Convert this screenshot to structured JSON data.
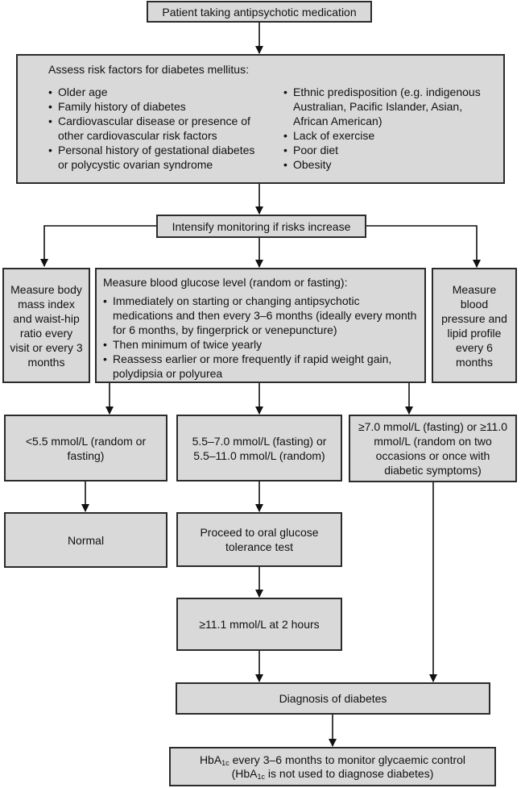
{
  "start": "Patient taking antipsychotic medication",
  "risk": {
    "heading": "Assess risk factors for diabetes mellitus:",
    "left": [
      "Older age",
      "Family history of diabetes",
      "Cardiovascular disease or presence of other cardiovascular risk factors",
      "Personal history of gestational diabetes or polycystic ovarian syndrome"
    ],
    "right": [
      "Ethnic predisposition (e.g. indigenous Australian, Pacific Islander, Asian, African American)",
      "Lack of exercise",
      "Poor diet",
      "Obesity"
    ]
  },
  "monitor": "Intensify monitoring if risks increase",
  "bmi": "Measure body mass index and waist-hip ratio every visit or every 3 months",
  "glucose": {
    "heading": "Measure blood glucose level (random or fasting):",
    "items": [
      "Immediately on starting or changing antipsychotic medications and then every 3–6 months (ideally every month for 6 months, by fingerprick or venepuncture)",
      "Then minimum of twice yearly",
      "Reassess earlier or more frequently if rapid weight gain, polydipsia or polyurea"
    ]
  },
  "bp": "Measure blood pressure and lipid profile every 6 months",
  "low": "<5.5 mmol/L (random or fasting)",
  "mid": "5.5–7.0 mmol/L (fasting) or 5.5–11.0 mmol/L (random)",
  "high": "≥7.0 mmol/L (fasting) or ≥11.0 mmol/L (random on two occasions or once with diabetic symptoms)",
  "normal": "Normal",
  "ogtt": "Proceed to oral glucose tolerance test",
  "twohr": "≥11.1 mmol/L at 2 hours",
  "diagnosis": "Diagnosis of diabetes",
  "hba1c": {
    "term": "HbA",
    "sub": "1c",
    "line1_rest": " every 3–6 months to monitor glycaemic control",
    "line2_open": "(HbA",
    "line2_rest": " is not used to diagnose diabetes)"
  }
}
